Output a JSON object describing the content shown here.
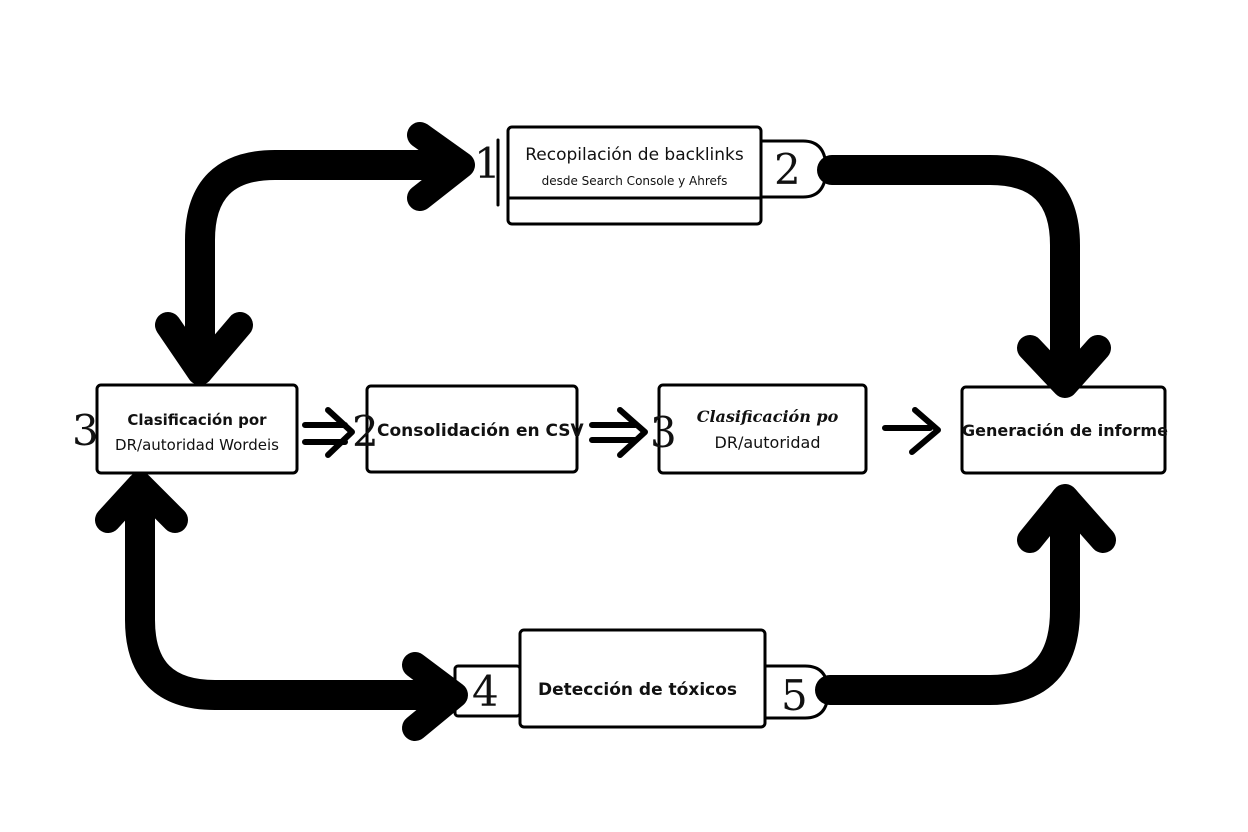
{
  "diagram": {
    "top_box": {
      "number_left": "1",
      "title": "Recopilación de backlinks",
      "subtitle": "desde Search Console y Ahrefs",
      "number_right": "2"
    },
    "left_box": {
      "number": "3",
      "line1": "Clasificación por",
      "line2": "DR/autoridad Wordeis"
    },
    "consolidation_box": {
      "number": "2",
      "label": "Consolidación en CSV"
    },
    "classification_box": {
      "number": "3",
      "line1": "Clasificación po",
      "line2": "DR/autoridad"
    },
    "report_box": {
      "label": "Generación de informe"
    },
    "toxic_box": {
      "number_left": "4",
      "label": "Detección de tóxicos",
      "number_right": "5"
    }
  }
}
